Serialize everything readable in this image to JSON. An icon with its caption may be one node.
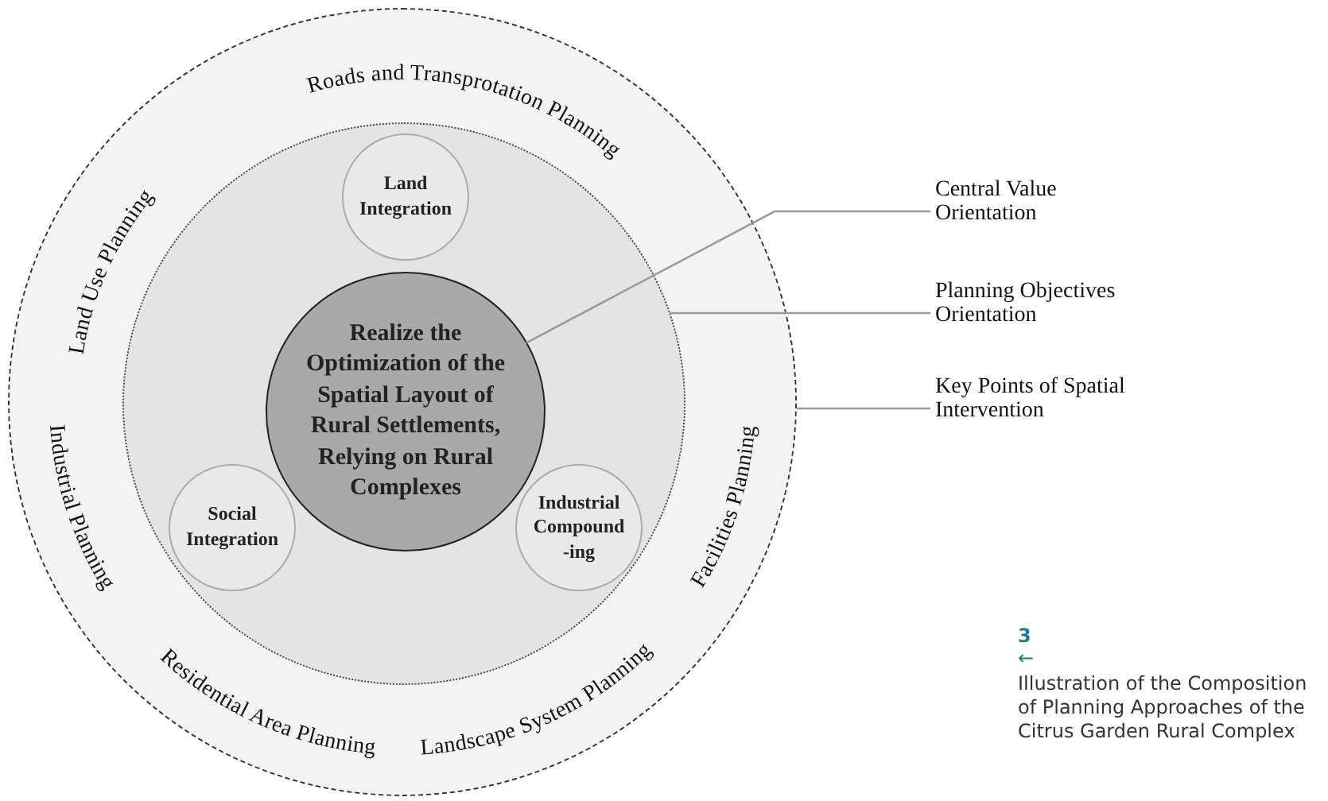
{
  "diagram": {
    "caption": "Illustration of the Composition of Planning Approaches of the Citrus Garden Rural Complex",
    "nodes": [
      {
        "text": [
          "Roads and Transprotation Planning",
          "Land Use Planning",
          "Industrial Planning",
          "Facilities Planning",
          "Residential Area Planning",
          "Landscape System Planning"
        ]
      },
      {
        "text": [],
        "shape": "circle",
        "in": 0
      },
      {
        "text": [
          "Land Integration"
        ],
        "in": 1
      },
      {
        "text": [
          "Realize the Optimization of the Spatial Layout of Rural Settlements, Relying on Rural Complexes"
        ],
        "in": 1
      },
      {
        "text": [
          "Social Integration"
        ],
        "in": 1
      },
      {
        "text": [
          "Industrial Compound -ing"
        ],
        "in": 1
      },
      {
        "text": [
          "Central Value Orientation"
        ]
      },
      {
        "text": [
          "Planning Objectives Orientation"
        ]
      },
      {
        "text": [
          "Key Points of Spatial Intervention"
        ]
      }
    ],
    "edges": [
      {
        "from": 6,
        "to": 3,
        "arrow": "none"
      },
      {
        "from": 7,
        "to": 1,
        "arrow": "none"
      },
      {
        "from": 8,
        "to": 0,
        "arrow": "none"
      }
    ],
    "labels": [
      "3",
      "←"
    ]
  }
}
